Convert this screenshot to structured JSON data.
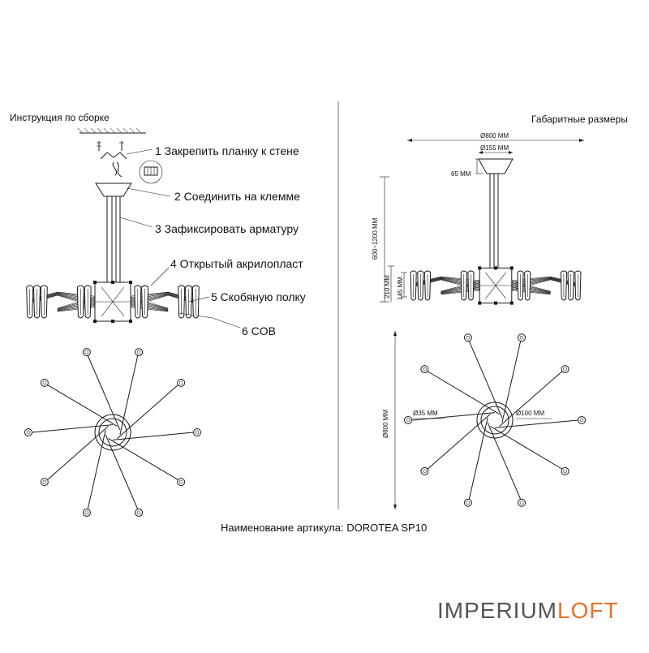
{
  "left_title": "Инструкция по сборке",
  "right_title": "Габаритные размеры",
  "steps": [
    "1 Закрепить планку к стене",
    "2 Соединить на клемме",
    "3 Зафиксировать арматуру",
    "4 Открытый акрилопласт",
    "5 Скобяную полку",
    "6 COB"
  ],
  "dimensions": {
    "overall_width": "Ø800 MM",
    "canopy_width": "Ø155 MM",
    "canopy_height": "65 MM",
    "height_range": "600~1200 MM",
    "body_height": "210 MM",
    "arm_height": "145 MM",
    "plan_diameter": "Ø800 MM",
    "node_diameter": "Ø35 MM",
    "hub_diameter": "Ø100 MM"
  },
  "article_label": "Наименование артикула: DOROTEA SP10",
  "brand": {
    "part1": "IMPERIUM",
    "part2": "LOFT",
    "color_part1": "#555555",
    "color_part2": "#e8702a"
  }
}
